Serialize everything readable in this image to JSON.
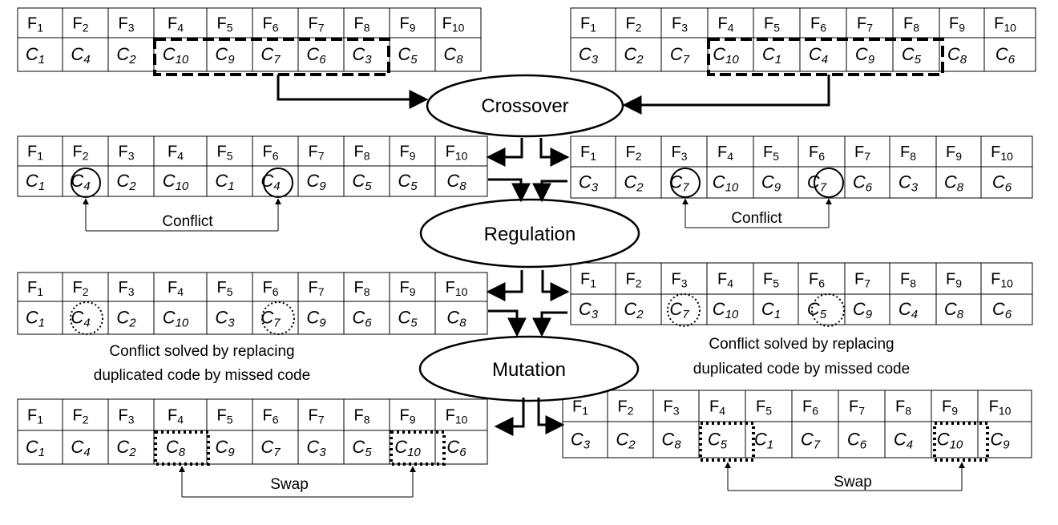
{
  "operations": {
    "crossover": "Crossover",
    "regulation": "Regulation",
    "mutation": "Mutation"
  },
  "labels": {
    "conflict_left": "Conflict",
    "conflict_right": "Conflict",
    "solved_left_line1": "Conflict solved by replacing",
    "solved_left_line2": "duplicated code by missed code",
    "solved_right_line1": "Conflict solved by replacing",
    "solved_right_line2": "duplicated code by missed code",
    "swap_left": "Swap",
    "swap_right": "Swap"
  },
  "header_prefix": "F",
  "code_prefix": "C",
  "header_indices": [
    "1",
    "2",
    "3",
    "4",
    "5",
    "6",
    "7",
    "8",
    "9",
    "10"
  ],
  "chromosomes": {
    "parent1": [
      "1",
      "4",
      "2",
      "10",
      "9",
      "7",
      "6",
      "3",
      "5",
      "8"
    ],
    "parent2": [
      "3",
      "2",
      "7",
      "10",
      "1",
      "4",
      "9",
      "5",
      "8",
      "6"
    ],
    "offspring1": [
      "1",
      "4",
      "2",
      "10",
      "1",
      "4",
      "9",
      "5",
      "5",
      "8"
    ],
    "offspring2": [
      "3",
      "2",
      "7",
      "10",
      "9",
      "7",
      "6",
      "3",
      "8",
      "6"
    ],
    "regulated1": [
      "1",
      "4",
      "2",
      "10",
      "3",
      "7",
      "9",
      "6",
      "5",
      "8"
    ],
    "regulated2": [
      "3",
      "2",
      "7",
      "10",
      "1",
      "5",
      "9",
      "4",
      "8",
      "6"
    ],
    "mutated1": [
      "1",
      "4",
      "2",
      "8",
      "9",
      "7",
      "3",
      "5",
      "10",
      "6"
    ],
    "mutated2": [
      "3",
      "2",
      "8",
      "5",
      "1",
      "7",
      "6",
      "4",
      "10",
      "9"
    ]
  }
}
